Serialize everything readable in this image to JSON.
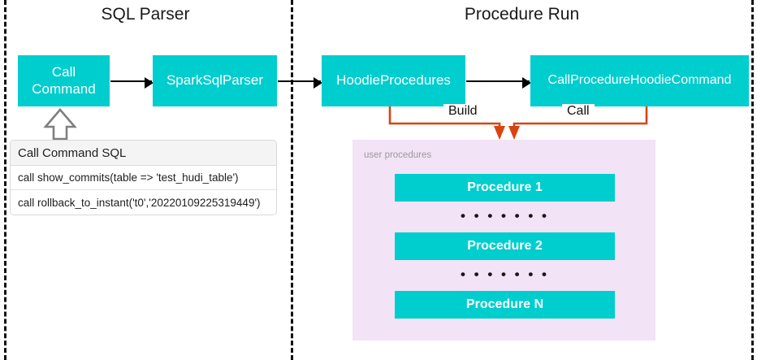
{
  "diagram": {
    "title_left": "SQL Parser",
    "title_right": "Procedure Run",
    "colors": {
      "box_fill": "#00CDCD",
      "box_text": "#FFFFFF",
      "connector_black": "#000000",
      "connector_orange": "#D94311",
      "panel_fill": "#F2E3F6",
      "divider": "#111111",
      "table_header_fill": "#F4F4F4"
    }
  },
  "sql_parser": {
    "nodes": [
      {
        "id": "call-command",
        "label": "Call\nCommand",
        "line1": "Call",
        "line2": "Command"
      },
      {
        "id": "spark-sql-parser",
        "label": "SparkSqlParser"
      }
    ],
    "sql_table": {
      "header": "Call Command SQL",
      "rows": [
        "call show_commits(table => 'test_hudi_table')",
        "call rollback_to_instant('t0','20220109225319449')"
      ]
    }
  },
  "procedure_run": {
    "nodes": [
      {
        "id": "hoodie-procedures",
        "label": "HoodieProcedures"
      },
      {
        "id": "call-procedure-hoodie-command",
        "label": "CallProcedureHoodieCommand"
      }
    ],
    "connector_labels": {
      "build": "Build",
      "call": "Call"
    },
    "user_procedures": {
      "panel_label": "user procedures",
      "items": [
        {
          "type": "procedure",
          "label": "Procedure 1"
        },
        {
          "type": "ellipsis",
          "label": "• • • • • • •"
        },
        {
          "type": "procedure",
          "label": "Procedure 2"
        },
        {
          "type": "ellipsis",
          "label": "• • • • • • •"
        },
        {
          "type": "procedure",
          "label": "Procedure N"
        }
      ]
    }
  }
}
